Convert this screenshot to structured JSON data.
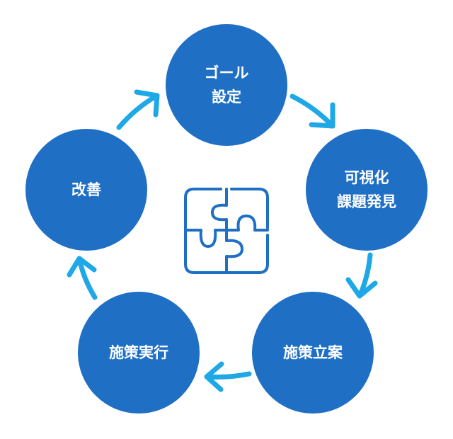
{
  "steps": [
    {
      "line1": "ゴール",
      "line2": "設定"
    },
    {
      "line1": "可視化",
      "line2": "課題発見"
    },
    {
      "line1": "施策立案",
      "line2": ""
    },
    {
      "line1": "施策実行",
      "line2": ""
    },
    {
      "line1": "改善",
      "line2": ""
    }
  ],
  "colors": {
    "circle": "#1f6fc5",
    "arrow": "#1ea8e6",
    "icon": "#1f6fc5"
  },
  "center_icon": "puzzle-icon"
}
